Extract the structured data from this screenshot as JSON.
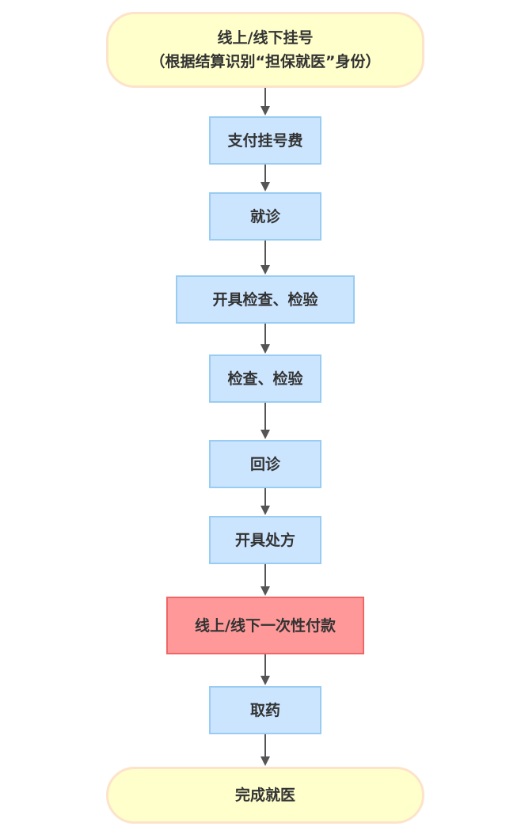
{
  "flowchart": {
    "nodes": [
      {
        "id": "register",
        "kind": "terminal",
        "lines": [
          "线上/线下挂号",
          "（根据结算识别“担保就医”身份）"
        ]
      },
      {
        "id": "pay-registration-fee",
        "kind": "process",
        "lines": [
          "支付挂号费"
        ]
      },
      {
        "id": "consultation",
        "kind": "process",
        "lines": [
          "就诊"
        ]
      },
      {
        "id": "order-exams",
        "kind": "process",
        "lines": [
          "开具检查、检验"
        ]
      },
      {
        "id": "exams",
        "kind": "process",
        "lines": [
          "检查、检验"
        ]
      },
      {
        "id": "follow-up",
        "kind": "process",
        "lines": [
          "回诊"
        ]
      },
      {
        "id": "prescribe",
        "kind": "process",
        "lines": [
          "开具处方"
        ]
      },
      {
        "id": "one-time-payment",
        "kind": "highlight",
        "lines": [
          "线上/线下一次性付款"
        ]
      },
      {
        "id": "collect-medicine",
        "kind": "process",
        "lines": [
          "取药"
        ]
      },
      {
        "id": "complete",
        "kind": "terminal",
        "lines": [
          "完成就医"
        ]
      }
    ],
    "colors": {
      "terminal_fill": "#ffffcc",
      "terminal_border": "#fde3c9",
      "process_fill": "#cce5ff",
      "process_border": "#99ccf2",
      "highlight_fill": "#ff9999",
      "highlight_border": "#ee6666",
      "arrow": "#555555",
      "text": "#333333"
    }
  }
}
